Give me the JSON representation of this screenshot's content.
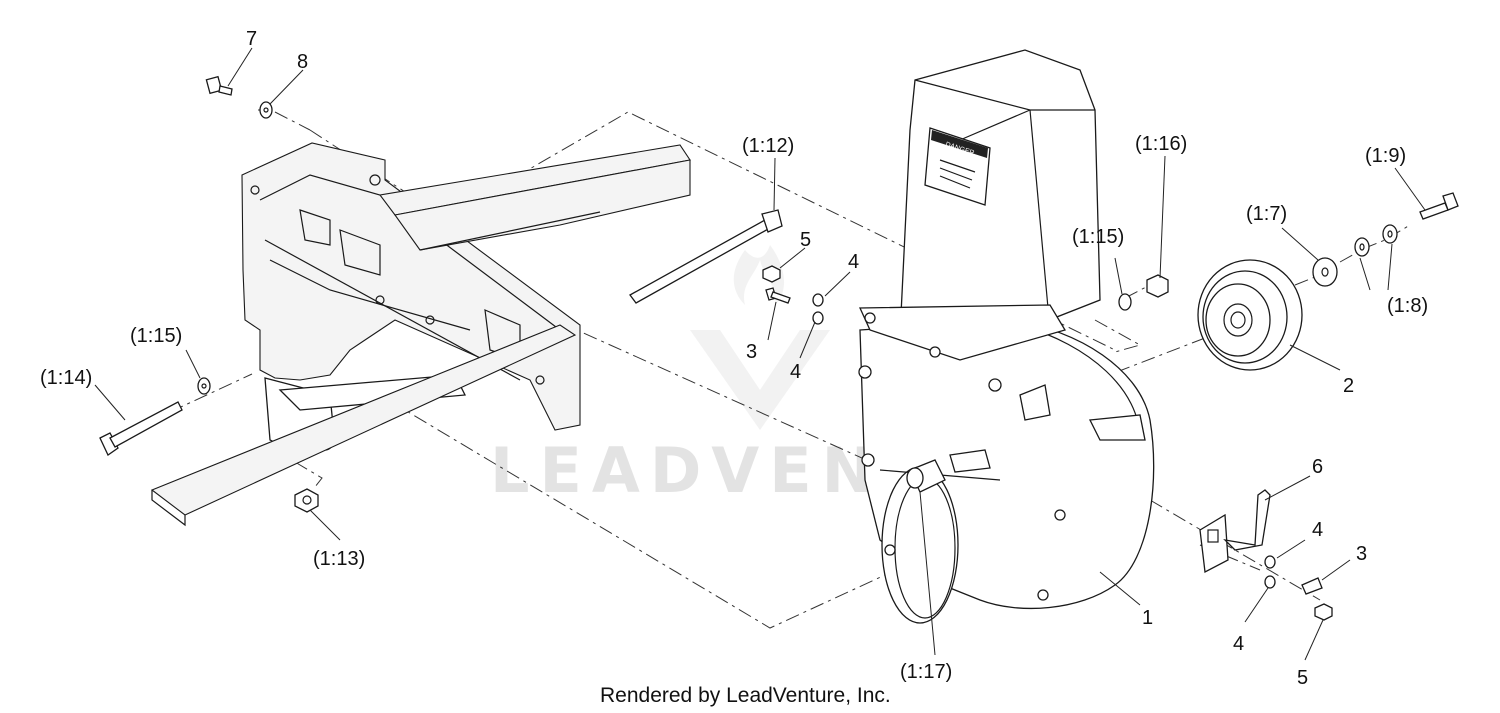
{
  "footer": {
    "text": "Rendered by LeadVenture, Inc."
  },
  "watermark": {
    "text": "LEADVENTURE"
  },
  "decal": {
    "label": "DANGER"
  },
  "callouts": {
    "c7": "7",
    "c8": "8",
    "c1_12": "(1:12)",
    "c5a": "5",
    "c4a": "4",
    "c3a": "3",
    "c4b": "4",
    "c1_15a": "(1:15)",
    "c1_16": "(1:16)",
    "c1_7": "(1:7)",
    "c1_9": "(1:9)",
    "c1_8": "(1:8)",
    "c2": "2",
    "c1_15b": "(1:15)",
    "c1_14": "(1:14)",
    "c1_13": "(1:13)",
    "c6": "6",
    "c4c": "4",
    "c3b": "3",
    "c4d": "4",
    "c5b": "5",
    "c1": "1",
    "c1_17": "(1:17)"
  }
}
